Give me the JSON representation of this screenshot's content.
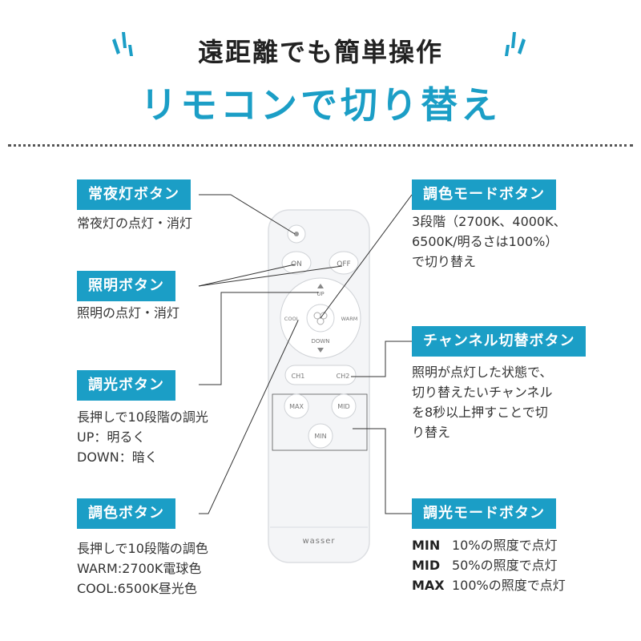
{
  "header": {
    "subtitle": "遠距離でも簡単操作",
    "title": "リモコンで切り替え"
  },
  "colors": {
    "accent": "#1b9ec6",
    "text": "#333333",
    "remote_body": "#f4f5f7"
  },
  "sections": {
    "night_light": {
      "label": "常夜灯ボタン",
      "desc": "常夜灯の点灯・消灯"
    },
    "light": {
      "label": "照明ボタン",
      "desc": "照明の点灯・消灯"
    },
    "dimming": {
      "label": "調光ボタン",
      "lines": [
        "長押しで10段階の調光",
        "UP：明るく",
        "DOWN：暗く"
      ]
    },
    "color": {
      "label": "調色ボタン",
      "lines": [
        "長押しで10段階の調色",
        "WARM:2700K電球色",
        "COOL:6500K昼光色"
      ]
    },
    "color_mode": {
      "label": "調色モードボタン",
      "lines": [
        "3段階（2700K、4000K、",
        "6500K/明るさは100%）",
        "で切り替え"
      ]
    },
    "channel": {
      "label": "チャンネル切替ボタン",
      "lines": [
        "照明が点灯した状態で、",
        "切り替えたいチャンネル",
        "を8秒以上押すことで切",
        "り替え"
      ]
    },
    "dim_mode": {
      "label": "調光モードボタン",
      "rows": [
        {
          "key": "MIN",
          "text": "10%の照度で点灯"
        },
        {
          "key": "MID",
          "text": "50%の照度で点灯"
        },
        {
          "key": "MAX",
          "text": "100%の照度で点灯"
        }
      ]
    }
  },
  "remote": {
    "on": "ON",
    "off": "OFF",
    "up": "UP",
    "down": "DOWN",
    "cool": "COOL",
    "warm": "WARM",
    "ch1": "CH1",
    "ch2": "CH2",
    "max": "MAX",
    "mid": "MID",
    "min": "MIN",
    "brand": "wasser"
  }
}
